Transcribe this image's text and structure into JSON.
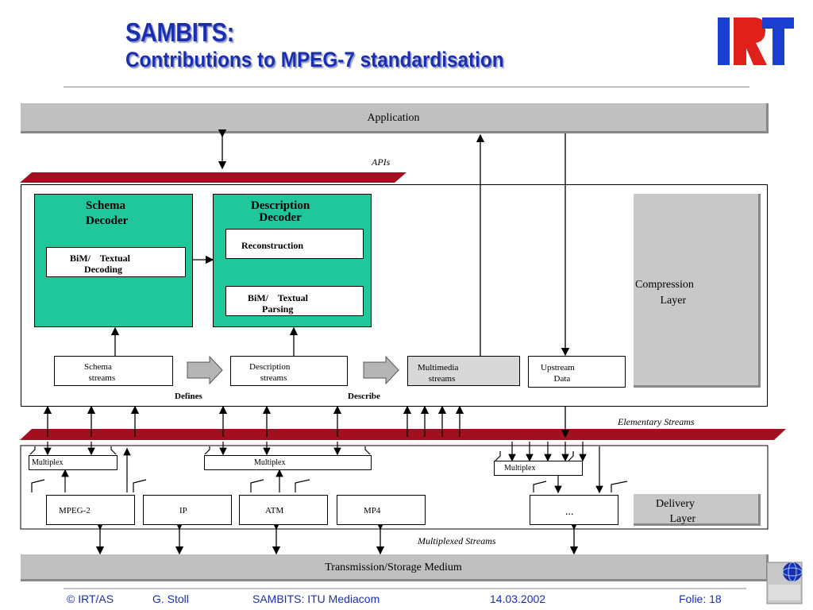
{
  "slide": {
    "title": "SAMBITS:",
    "subtitle": "Contributions to MPEG-7 standardisation"
  },
  "logo": {
    "text": "IRT"
  },
  "diagram": {
    "application": "Application",
    "apis": "APIs",
    "schema_decoder": "Schema\nDecoder",
    "schema_inner": "BiM/    Textual\n      Decoding",
    "description_decoder": "Description\nDecoder",
    "reconstruction": "Reconstruction",
    "desc_inner": "BiM/    Textual\n      Parsing",
    "compression_layer": "Compression\n         Layer",
    "schema_streams": "Schema\n  streams",
    "description_streams": "Description\n     streams",
    "multimedia_streams": "Multimedia\n     streams",
    "upstream_data": "Upstream\n      Data",
    "defines": "Defines",
    "describe": "Describe",
    "elementary_streams": "Elementary Streams",
    "multiplex1": "Multiplex",
    "multiplex2": "Multiplex",
    "multiplex3": "Multiplex",
    "mpeg2": "MPEG-2",
    "ip": "IP",
    "atm": "ATM",
    "mp4": "MP4",
    "dots": "...",
    "delivery_layer": "Delivery\n     Layer",
    "multiplexed_streams": "Multiplexed Streams",
    "transmission": "Transmission/Storage Medium"
  },
  "footer": {
    "copyright": "© IRT/AS",
    "author": "G.  Stoll",
    "event": "SAMBITS: ITU Mediacom",
    "date": "14.03.2002",
    "page": "Folie:  18"
  },
  "colors": {
    "title_blue": "#1a2fb0",
    "decoder_green": "#1fc79a",
    "api_red": "#a01020",
    "bar_gray": "#c0c0c0"
  }
}
